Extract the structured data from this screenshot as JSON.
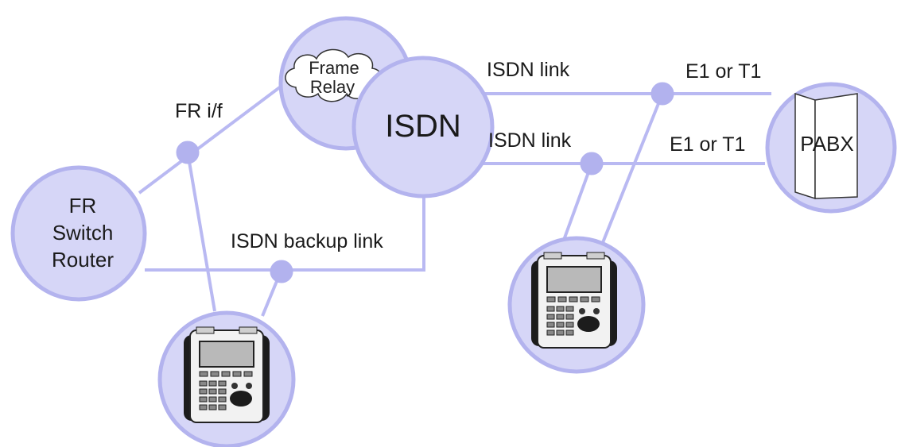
{
  "nodes": {
    "fr_switch": {
      "line1": "FR",
      "line2": "Switch",
      "line3": "Router"
    },
    "frame_relay": {
      "line1": "Frame",
      "line2": "Relay"
    },
    "isdn": {
      "label": "ISDN"
    },
    "pabx": {
      "label": "PABX"
    }
  },
  "links": {
    "fr_if": "FR i/f",
    "isdn_link_top": "ISDN link",
    "isdn_link_bottom": "ISDN link",
    "e1_t1_top": "E1 or T1",
    "e1_t1_bottom": "E1 or T1",
    "isdn_backup": "ISDN backup link"
  },
  "colors": {
    "node_fill": "#d6d6f7",
    "node_stroke": "#b3b3ee",
    "link": "#b9b9f2"
  },
  "icons": [
    "test-device-icon",
    "cloud-icon",
    "pabx-cabinet-icon"
  ]
}
